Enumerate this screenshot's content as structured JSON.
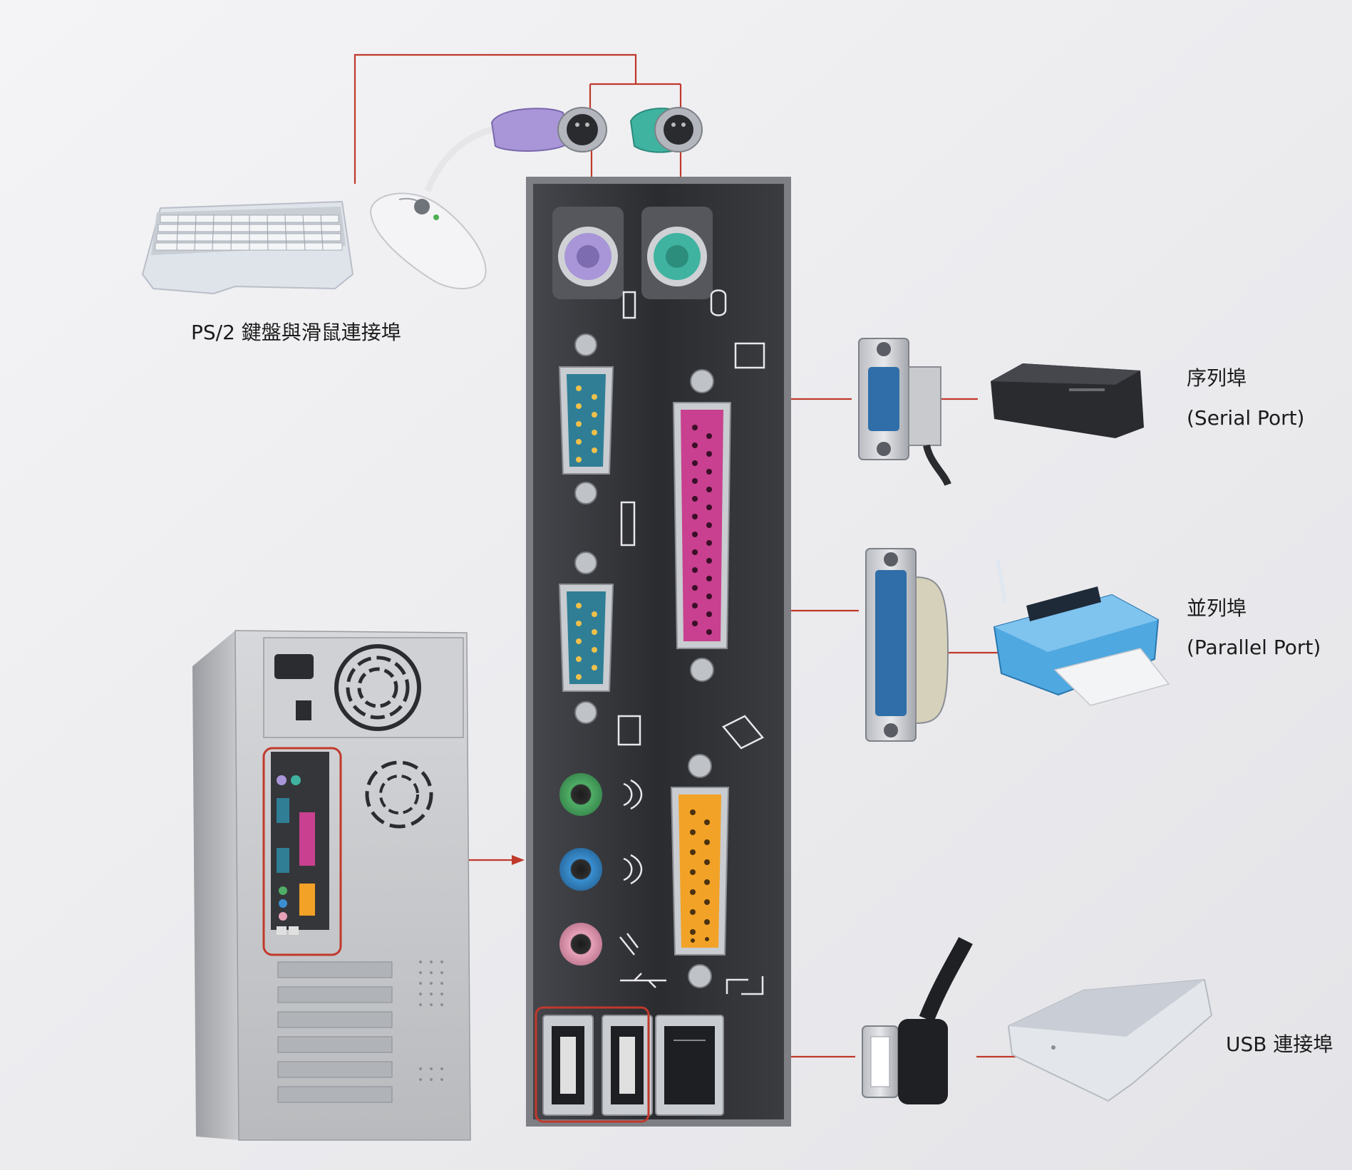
{
  "labels": {
    "ps2": "PS/2 鍵盤與滑鼠連接埠",
    "serial_zh": "序列埠",
    "serial_en": "(Serial Port)",
    "parallel_zh": "並列埠",
    "parallel_en": "(Parallel Port)",
    "usb": "USB 連接埠"
  },
  "colors": {
    "callout_line": "#c0392b",
    "ps2_keyboard": "#a896d8",
    "ps2_mouse": "#3fb3a0",
    "serial": "#2f7e96",
    "parallel": "#c8408f",
    "game": "#f2a227",
    "audio_line_in": "#4fae66",
    "audio_line_out": "#3a8fd0",
    "audio_mic": "#e7a2b8",
    "panel": "#2e2f33"
  },
  "icons": [
    "keyboard-icon",
    "mouse-icon",
    "modem-icon",
    "printer-icon",
    "scanner-icon",
    "computer-tower-icon"
  ]
}
